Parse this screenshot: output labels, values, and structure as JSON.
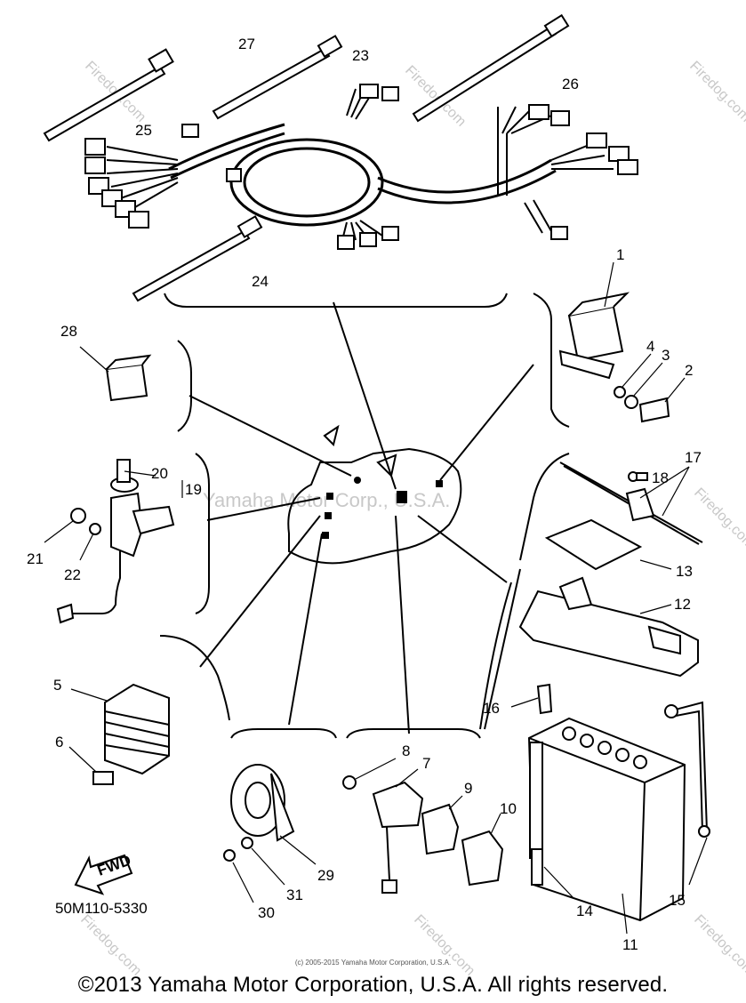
{
  "watermark": {
    "brand": "Firedog.com",
    "center_text": "Yamaha Motor Corp., U.S.A."
  },
  "callouts": [
    "1",
    "2",
    "3",
    "4",
    "5",
    "6",
    "7",
    "8",
    "9",
    "10",
    "11",
    "12",
    "13",
    "14",
    "15",
    "16",
    "17",
    "18",
    "19",
    "20",
    "21",
    "22",
    "23",
    "24",
    "25",
    "26",
    "27",
    "28",
    "29",
    "30",
    "31"
  ],
  "fwd_label": "FWD",
  "drawing_number": "50M110-5330",
  "small_copyright": "(c) 2005-2015 Yamaha Motor Corporation, U.S.A.",
  "footer": "©2013 Yamaha Motor Corporation, U.S.A. All rights reserved."
}
